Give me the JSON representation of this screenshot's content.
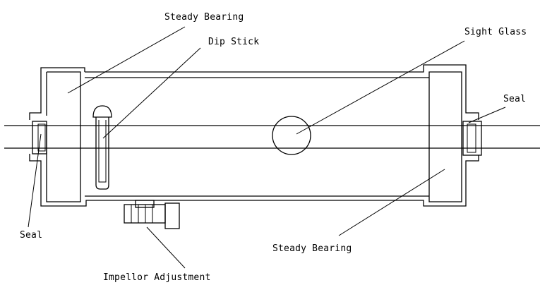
{
  "labels": {
    "steady_bearing_top": "Steady Bearing",
    "dip_stick": "Dip Stick",
    "sight_glass": "Sight Glass",
    "seal_right": "Seal",
    "seal_left": "Seal",
    "steady_bearing_bottom": "Steady Bearing",
    "impellor_adjustment": "Impellor Adjustment"
  },
  "colors": {
    "ink": "#000000",
    "paper": "#ffffff"
  }
}
